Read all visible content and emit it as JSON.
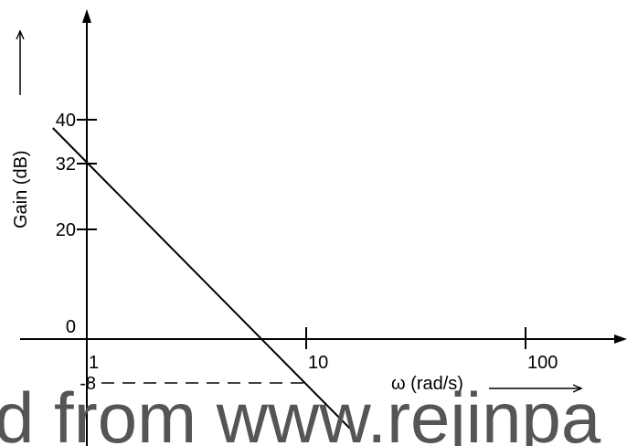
{
  "chart_data": {
    "type": "line",
    "xlabel": "ω  (rad/s)",
    "ylabel": "Gain (dB)",
    "x_scale": "log",
    "x_ticks": [
      {
        "value": 1,
        "label": "1"
      },
      {
        "value": 10,
        "label": "10"
      },
      {
        "value": 100,
        "label": "100"
      }
    ],
    "y_ticks": [
      {
        "value": 40,
        "label": "40"
      },
      {
        "value": 32,
        "label": "32"
      },
      {
        "value": 20,
        "label": "20"
      },
      {
        "value": 0,
        "label": "0"
      },
      {
        "value": -8,
        "label": "-8"
      }
    ],
    "series": [
      {
        "x": [
          0.7,
          16
        ],
        "y": [
          38.5,
          -16.5
        ]
      }
    ],
    "annotations": [
      {
        "type": "dashed-hline",
        "y": -8,
        "x_from": 1,
        "x_to": 10
      }
    ],
    "grid": false
  },
  "watermark": "d from www.rejinpa"
}
